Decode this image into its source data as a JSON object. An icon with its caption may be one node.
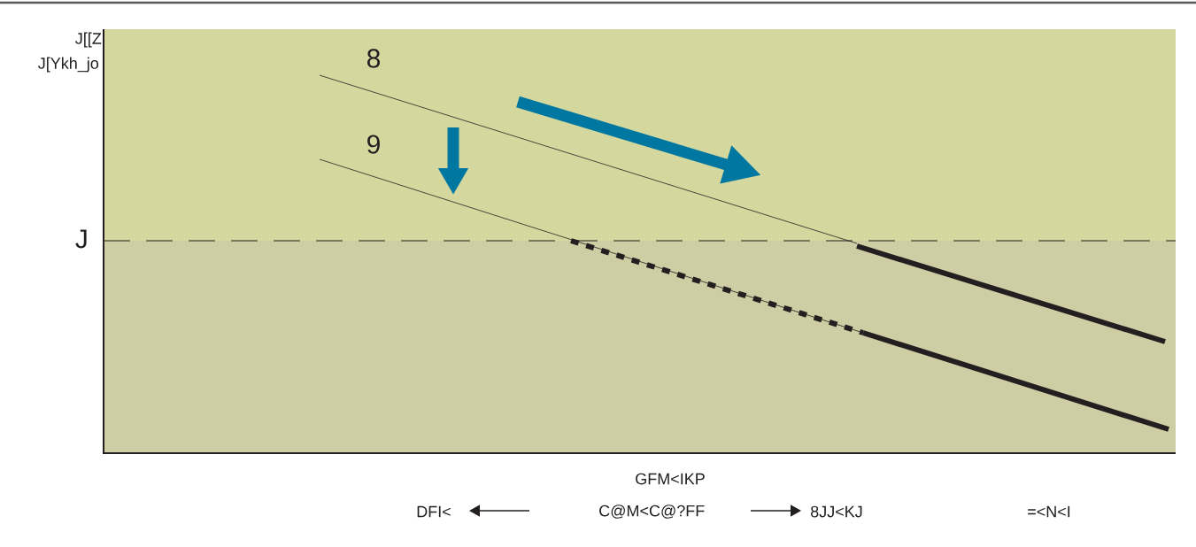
{
  "diagram": {
    "labels": [
      "J[[Z",
      "J[Ykh_jo",
      "8",
      "9",
      "J",
      "GFM<IKP",
      "DFI<",
      "C@M<C@?FF",
      "8JJ<KJ",
      "=<N<I"
    ]
  }
}
